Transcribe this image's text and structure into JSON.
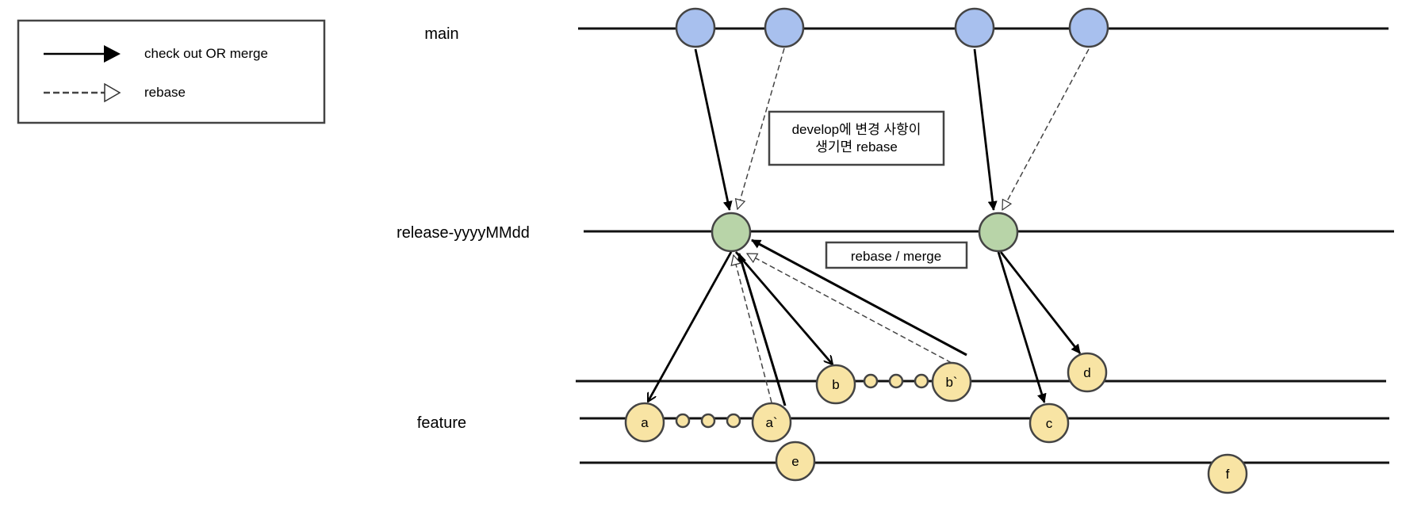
{
  "legend": {
    "items": [
      {
        "style": "solid",
        "head": "filled-arrow",
        "label": "check out OR merge"
      },
      {
        "style": "dashed",
        "head": "open-arrow",
        "label": "rebase"
      }
    ]
  },
  "branches": [
    {
      "id": "main",
      "label": "main"
    },
    {
      "id": "release",
      "label": "release-yyyyMMdd"
    },
    {
      "id": "feature",
      "label": "feature"
    }
  ],
  "annotations": [
    {
      "id": "develop-note",
      "lines": [
        "develop에 변경 사항이",
        "생기면 rebase"
      ]
    },
    {
      "id": "rebase-merge-note",
      "lines": [
        "rebase / merge"
      ]
    }
  ],
  "colors": {
    "main_node": "#a8c0ee",
    "release_node": "#b8d4a8",
    "feature_node": "#f8e4a4",
    "stroke": "#000000",
    "node_stroke": "#444444"
  },
  "nodes": {
    "main_1": {
      "label": ""
    },
    "main_2": {
      "label": ""
    },
    "main_3": {
      "label": ""
    },
    "main_4": {
      "label": ""
    },
    "rel_1": {
      "label": ""
    },
    "rel_2": {
      "label": ""
    },
    "a": {
      "label": "a"
    },
    "a_prime": {
      "label": "a`"
    },
    "b": {
      "label": "b"
    },
    "b_prime": {
      "label": "b`"
    },
    "c": {
      "label": "c"
    },
    "d": {
      "label": "d"
    },
    "e": {
      "label": "e"
    },
    "f": {
      "label": "f"
    }
  },
  "edges": [
    {
      "from": "main_1",
      "to": "rel_1",
      "type": "check out OR merge"
    },
    {
      "from": "main_2",
      "to": "rel_1",
      "type": "rebase"
    },
    {
      "from": "main_3",
      "to": "rel_2",
      "type": "check out OR merge"
    },
    {
      "from": "main_4",
      "to": "rel_2",
      "type": "rebase"
    },
    {
      "from": "rel_1",
      "to": "a",
      "type": "check out OR merge"
    },
    {
      "from": "rel_1",
      "to": "b",
      "type": "check out OR merge"
    },
    {
      "from": "a_prime",
      "to": "rel_1",
      "type": "check out OR merge"
    },
    {
      "from": "a_prime",
      "to": "rel_1",
      "type": "rebase"
    },
    {
      "from": "b_prime",
      "to": "rel_1",
      "type": "check out OR merge"
    },
    {
      "from": "b_prime",
      "to": "rel_1",
      "type": "rebase"
    },
    {
      "from": "rel_2",
      "to": "c",
      "type": "check out OR merge"
    },
    {
      "from": "rel_2",
      "to": "d",
      "type": "check out OR merge"
    }
  ]
}
